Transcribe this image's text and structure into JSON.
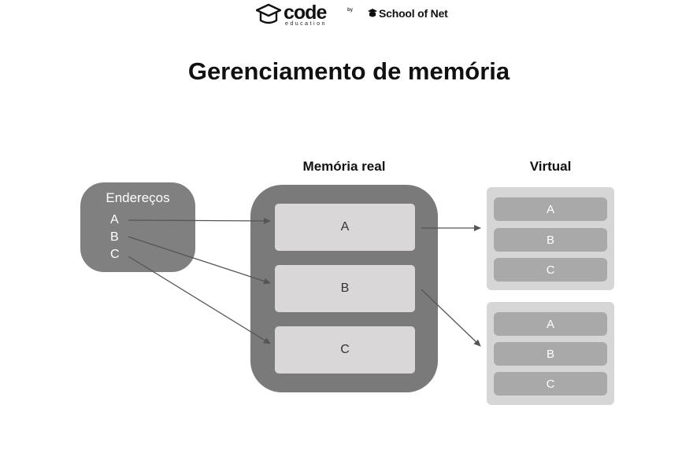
{
  "header": {
    "brand_main": "code",
    "brand_sub": "education",
    "by": "by",
    "partner": "School of Net"
  },
  "title": "Gerenciamento de memória",
  "addresses": {
    "title": "Endereços",
    "items": [
      "A",
      "B",
      "C"
    ]
  },
  "real_memory": {
    "label": "Memória real",
    "slots": [
      "A",
      "B",
      "C"
    ]
  },
  "virtual": {
    "label": "Virtual",
    "groups": [
      [
        "A",
        "B",
        "C"
      ],
      [
        "A",
        "B",
        "C"
      ]
    ]
  },
  "colors": {
    "dark_box": "#7a7a7a",
    "light_slot": "#d9d7d8",
    "virtual_box": "#d6d6d6",
    "virtual_slot": "#a9a9a9",
    "arrow": "#555555"
  }
}
